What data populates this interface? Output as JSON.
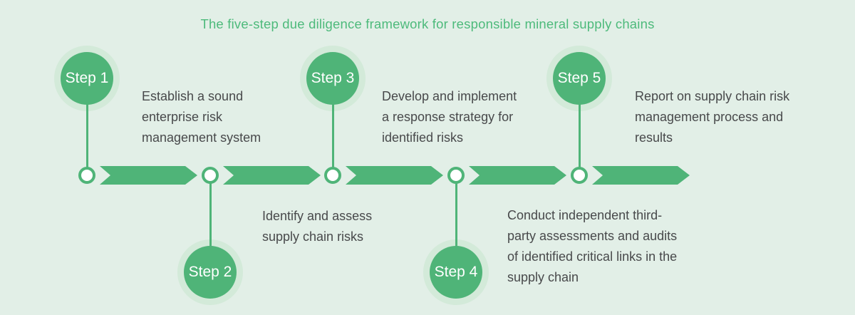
{
  "title": "The five-step due diligence framework for responsible mineral supply chains",
  "colors": {
    "background": "#e2efe7",
    "accent_green": "#4fb478",
    "halo_green": "#d3ead9",
    "title_green": "#4dba7b",
    "text_dark": "#48494b"
  },
  "steps": [
    {
      "label": "Step 1",
      "position": "top",
      "description_lines": [
        "Establish a sound",
        "enterprise risk",
        "management system"
      ]
    },
    {
      "label": "Step 2",
      "position": "bottom",
      "description_lines": [
        "Identify and assess",
        "supply chain risks"
      ]
    },
    {
      "label": "Step 3",
      "position": "top",
      "description_lines": [
        "Develop and implement",
        "a response strategy for",
        "identified risks"
      ]
    },
    {
      "label": "Step 4",
      "position": "bottom",
      "description_lines": [
        "Conduct independent third-",
        "party assessments and audits",
        "of identified critical links in the",
        "supply chain"
      ]
    },
    {
      "label": "Step 5",
      "position": "top",
      "description_lines": [
        "Report on supply chain risk",
        "management process and",
        "results"
      ]
    }
  ]
}
